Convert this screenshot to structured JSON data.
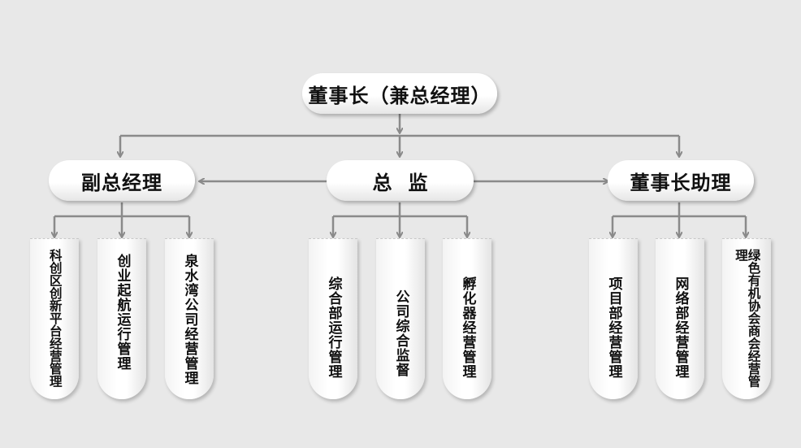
{
  "top": {
    "label": "董事长（兼总经理）"
  },
  "level2": {
    "left": {
      "label": "副总经理"
    },
    "center": {
      "label": "总监"
    },
    "right": {
      "label": "董事长助理"
    }
  },
  "departments": [
    {
      "label": "科创区创新平台经营管理"
    },
    {
      "label": "创业起航运行管理"
    },
    {
      "label": "泉水湾公司经营管理"
    },
    {
      "label": "综合部运行管理"
    },
    {
      "label": "公司综合监督"
    },
    {
      "label": "孵化器经营管理"
    },
    {
      "label": "项目部经营管理"
    },
    {
      "label": "网络部经营管理"
    },
    {
      "label": "绿色有机协会商会经营管理"
    }
  ],
  "colors": {
    "line": "#8a8a8a",
    "background": "#e8e8e8",
    "box": "#ffffff"
  }
}
